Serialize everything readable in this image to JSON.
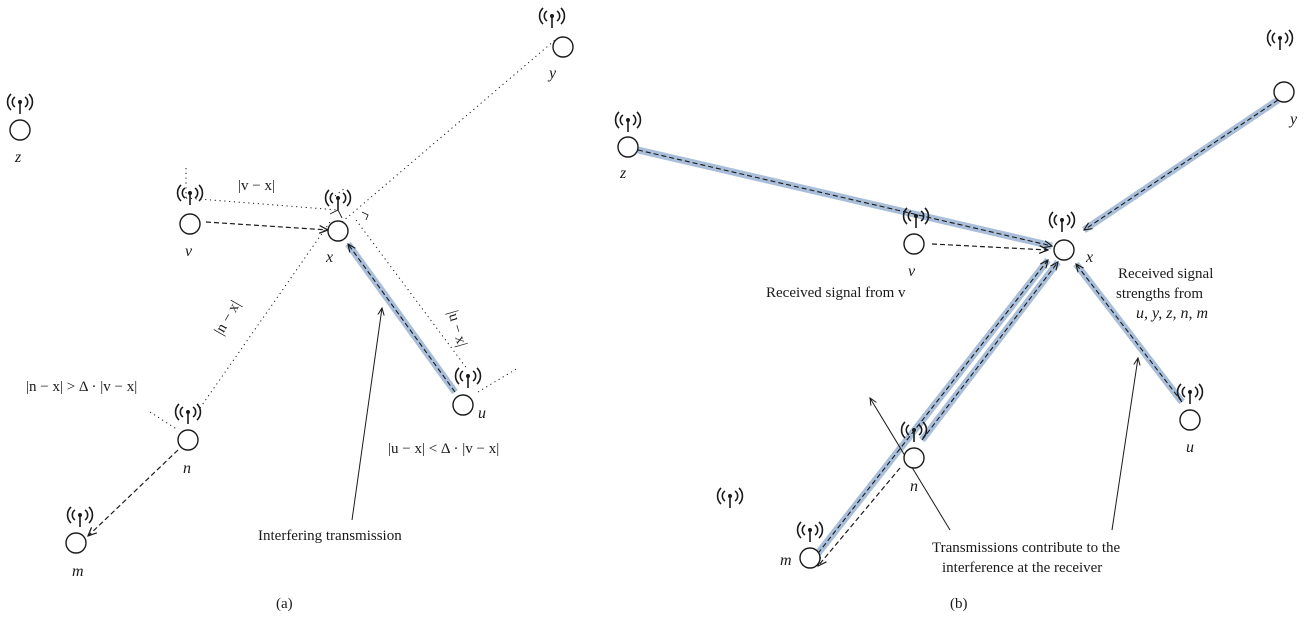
{
  "panel_a": {
    "caption": "(a)",
    "nodes": {
      "x": "x",
      "y": "y",
      "z": "z",
      "v": "v",
      "u": "u",
      "n": "n",
      "m": "m"
    },
    "labels": {
      "v_x": "|v − x|",
      "u_x": "|u − x|",
      "n_x": "|n − x|",
      "n_cond": "|n − x| > Δ · |v − x|",
      "u_cond": "|u − x| < Δ · |v − x|",
      "interfering": "Interfering transmission"
    }
  },
  "panel_b": {
    "caption": "(b)",
    "nodes": {
      "x": "x",
      "y": "y",
      "z": "z",
      "v": "v",
      "u": "u",
      "n": "n",
      "m": "m"
    },
    "labels": {
      "received_v": "Received signal from v",
      "received_strengths_1": "Received signal",
      "received_strengths_2": "strengths from",
      "received_strengths_3": "u, y, z, n, m",
      "contrib_1": "Transmissions contribute to the",
      "contrib_2": "interference at the receiver"
    }
  },
  "colors": {
    "band": "#a9bed9",
    "ink": "#1a1a1a"
  },
  "icons": {
    "antenna": "antenna-icon"
  }
}
